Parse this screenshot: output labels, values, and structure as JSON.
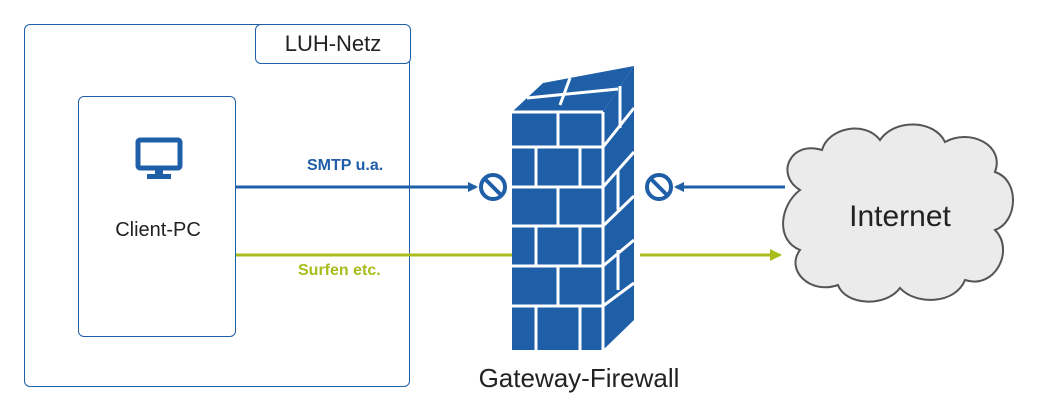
{
  "network": {
    "label": "LUH-Netz"
  },
  "client": {
    "label": "Client-PC",
    "icon": "monitor-icon"
  },
  "connections": {
    "smtp": {
      "label": "SMTP u.a.",
      "color": "#1f5fa8",
      "status": "blocked"
    },
    "web": {
      "label": "Surfen etc.",
      "color": "#a8bd1c",
      "status": "allowed"
    },
    "inbound": {
      "color": "#1f5fa8",
      "status": "blocked"
    }
  },
  "firewall": {
    "label": "Gateway-Firewall",
    "color": "#1f5fa8"
  },
  "internet": {
    "label": "Internet"
  },
  "colors": {
    "blue": "#1f5fa8",
    "green": "#a8bd1c",
    "cloud_fill": "#ebebeb",
    "cloud_stroke": "#555555"
  }
}
